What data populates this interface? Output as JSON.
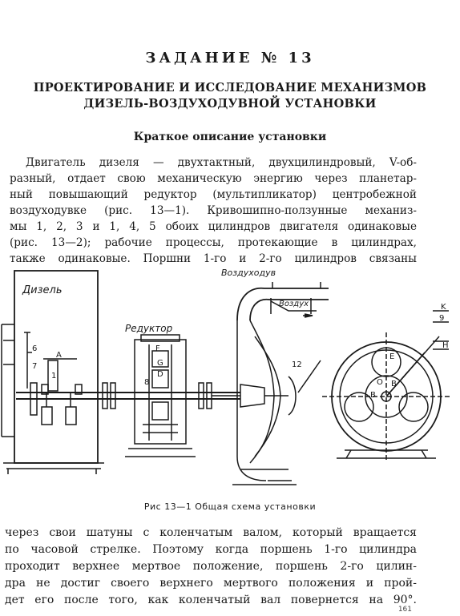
{
  "task_title": "ЗАДАНИЕ № 13",
  "main_title": {
    "line1": "ПРОЕКТИРОВАНИЕ И ИССЛЕДОВАНИЕ МЕХАНИЗМОВ",
    "line2": "ДИЗЕЛЬ-ВОЗДУХОДУВНОЙ УСТАНОВКИ"
  },
  "section_title": "Краткое описание установки",
  "paragraph1": [
    "Двигатель дизеля — двухтактный, двухцилиндровый, V-об-",
    "разный, отдает свою механическую энергию через планетар-",
    "ный повышающий редуктор (мультипликатор) центробежной",
    "воздуходувке (рис. 13—1). Кривошипно-ползунные механиз-",
    "мы 1, 2, 3 и 1, 4, 5 обоих цилиндров двигателя одинаковые",
    "(рис. 13—2); рабочие процессы, протекающие в цилиндрах,",
    "также одинаковые. Поршни 1-го и 2-го цилиндров связаны"
  ],
  "figure": {
    "label_diesel": "Дизель",
    "label_reducer": "Редуктор",
    "label_blower": "Воздуходув",
    "label_air": "Воздух",
    "label_A": "A",
    "num_6": "6",
    "num_7": "7",
    "num_1": "1",
    "num_8": "8",
    "num_12": "12",
    "num_9": "9",
    "letter_F": "F",
    "letter_G": "G",
    "letter_D": "D",
    "letter_E": "E",
    "letter_B": "B",
    "letter_H": "H",
    "letter_K": "K",
    "r_O": "O",
    "r_B": "B"
  },
  "caption": "Рис 13—1 Общая схема установки",
  "paragraph2": [
    "через свои шатуны с коленчатым валом, который вращается",
    "по часовой стрелке. Поэтому когда поршень 1-го цилиндра",
    "проходит верхнее мертвое положение, поршень 2-го цилин-",
    "дра не достиг своего верхнего мертвого положения и прой-",
    "дет его после того, как коленчатый вал повернется на 90°."
  ],
  "page_number": "161"
}
